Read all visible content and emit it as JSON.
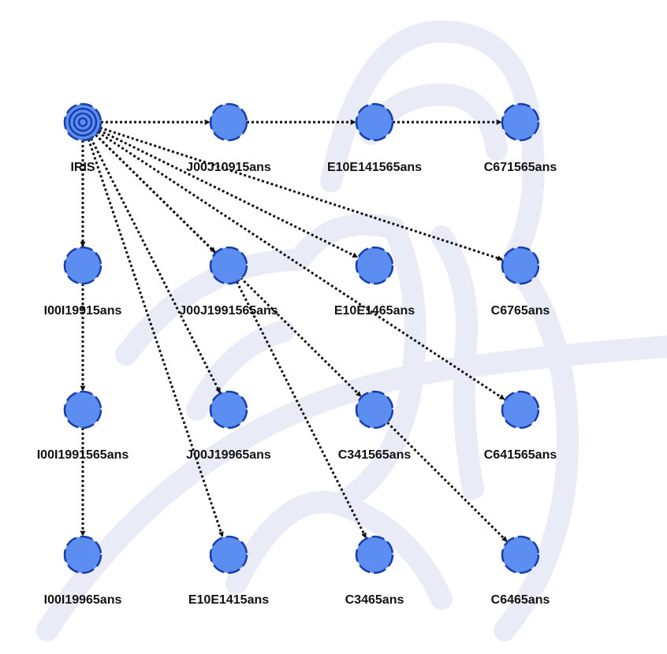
{
  "watermark": {
    "name": "thinker-statue-watermark",
    "color": "#e9ecf6"
  },
  "colors": {
    "node_fill": "#5b8ef0",
    "node_stroke": "#1a3faa",
    "edge": "#111111",
    "label": "#111111"
  },
  "nodes": [
    {
      "id": "iris",
      "label": "IRIS",
      "root": true
    },
    {
      "id": "j00j10915",
      "label": "J00J10915ans"
    },
    {
      "id": "e10e141565",
      "label": "E10E141565ans"
    },
    {
      "id": "c671565",
      "label": "C671565ans"
    },
    {
      "id": "i00i19915",
      "label": "I00I19915ans"
    },
    {
      "id": "j00j1991565",
      "label": "J00J1991565ans"
    },
    {
      "id": "e10e1465",
      "label": "E10E1465ans"
    },
    {
      "id": "c6765",
      "label": "C6765ans"
    },
    {
      "id": "i00i1991565",
      "label": "I00I1991565ans"
    },
    {
      "id": "j00j19965",
      "label": "J00J19965ans"
    },
    {
      "id": "c341565",
      "label": "C341565ans"
    },
    {
      "id": "c641565",
      "label": "C641565ans"
    },
    {
      "id": "i00i19965",
      "label": "I00I19965ans"
    },
    {
      "id": "e10e1415",
      "label": "E10E1415ans"
    },
    {
      "id": "c3465",
      "label": "C3465ans"
    },
    {
      "id": "c6465",
      "label": "C6465ans"
    }
  ],
  "edges": [
    {
      "from": "iris",
      "to": "j00j10915"
    },
    {
      "from": "j00j10915",
      "to": "e10e141565"
    },
    {
      "from": "e10e141565",
      "to": "c671565"
    },
    {
      "from": "iris",
      "to": "i00i19915"
    },
    {
      "from": "iris",
      "to": "j00j1991565"
    },
    {
      "from": "iris",
      "to": "e10e1465"
    },
    {
      "from": "iris",
      "to": "c6765"
    },
    {
      "from": "iris",
      "to": "j00j19965"
    },
    {
      "from": "iris",
      "to": "c341565"
    },
    {
      "from": "iris",
      "to": "c641565"
    },
    {
      "from": "iris",
      "to": "e10e1415"
    },
    {
      "from": "i00i19915",
      "to": "i00i1991565"
    },
    {
      "from": "i00i1991565",
      "to": "i00i19965"
    },
    {
      "from": "j00j1991565",
      "to": "c3465"
    },
    {
      "from": "c341565",
      "to": "c6465"
    }
  ]
}
